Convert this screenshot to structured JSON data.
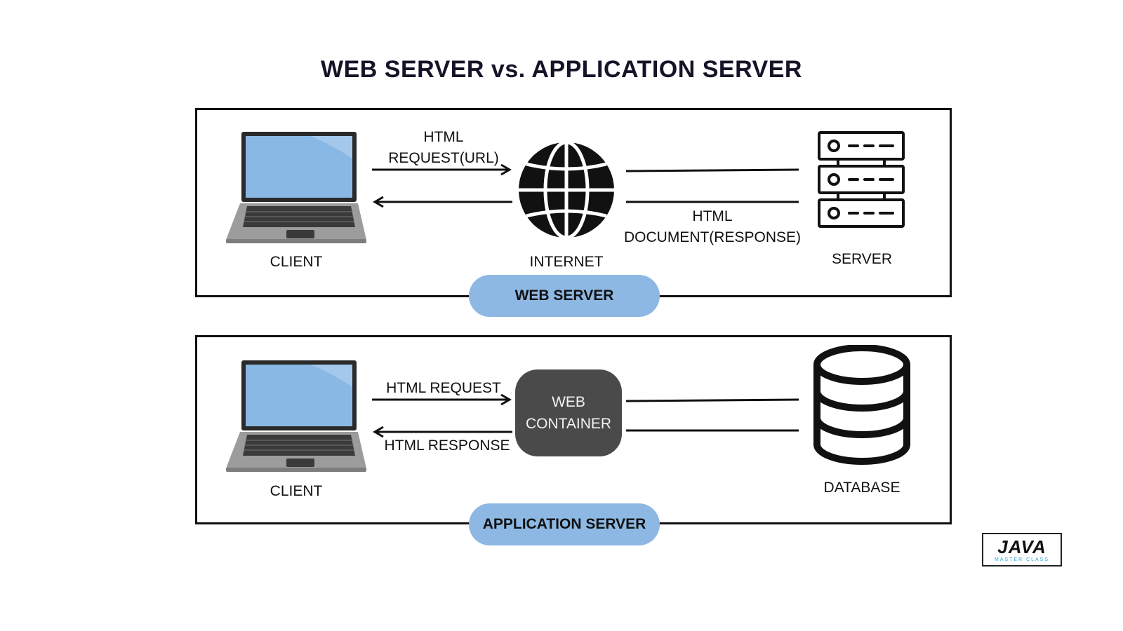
{
  "title": "WEB SERVER vs. APPLICATION SERVER",
  "web_server": {
    "badge": "WEB SERVER",
    "client_label": "CLIENT",
    "internet_label": "INTERNET",
    "server_label": "SERVER",
    "request_line1": "HTML",
    "request_line2": "REQUEST(URL)",
    "response_line1": "HTML",
    "response_line2": "DOCUMENT(RESPONSE)"
  },
  "app_server": {
    "badge": "APPLICATION SERVER",
    "client_label": "CLIENT",
    "container_line1": "WEB",
    "container_line2": "CONTAINER",
    "database_label": "DATABASE",
    "request_label": "HTML REQUEST",
    "response_label": "HTML RESPONSE"
  },
  "logo": {
    "main": "JAVA",
    "sub": "MASTER CLASS"
  },
  "colors": {
    "pill": "#8db8e3",
    "screen": "#8ab8e4",
    "container": "#4a4a4a",
    "logo_accent": "#e8622a"
  }
}
